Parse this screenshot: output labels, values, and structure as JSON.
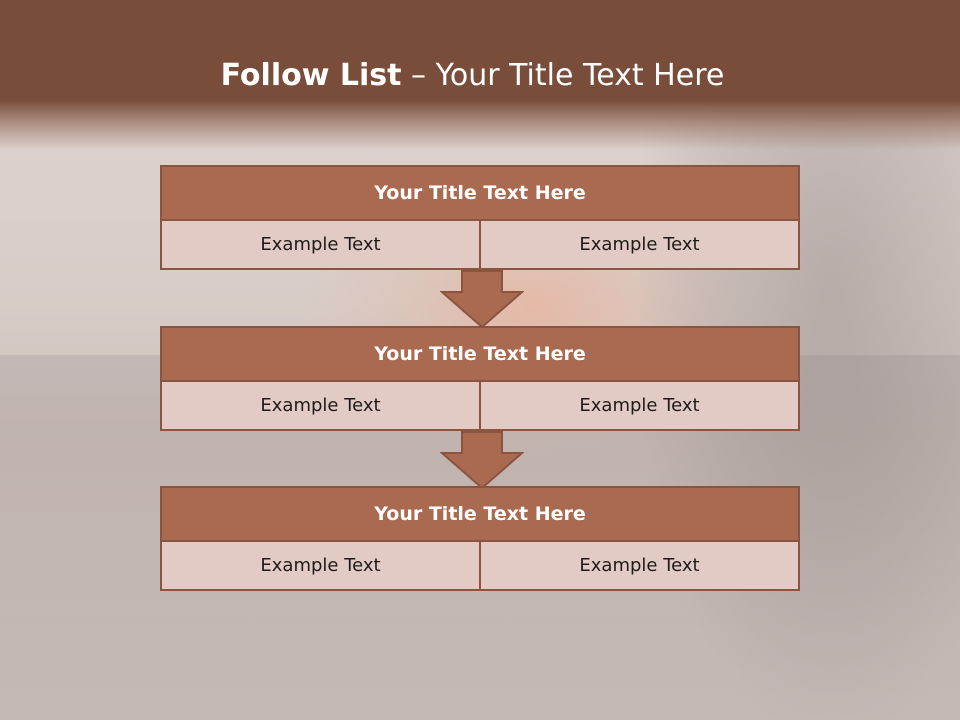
{
  "header": {
    "title_bold": "Follow List",
    "title_rest": "– Your Title Text Here"
  },
  "blocks": [
    {
      "title": "Your Title Text Here",
      "left": "Example Text",
      "right": "Example Text"
    },
    {
      "title": "Your Title Text Here",
      "left": "Example Text",
      "right": "Example Text"
    },
    {
      "title": "Your Title Text Here",
      "left": "Example Text",
      "right": "Example Text"
    }
  ],
  "colors": {
    "header": "#7a4d3a",
    "block_title": "#a96a50",
    "block_border": "#8b5440",
    "cell_bg": "#e2cbc5",
    "arrow": "#a96a50"
  }
}
